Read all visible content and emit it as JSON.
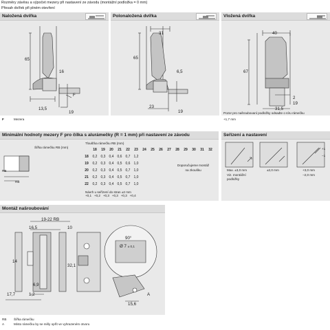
{
  "top_lines": {
    "line1": "Rozměry závěsu a výpočet mezery při nastavení ze závodu (montážní podložka = 0 mm)",
    "line2": "Přesah dvířek při plném otevření"
  },
  "panels": {
    "overlay": {
      "title": "Naložená dvířka",
      "dims": {
        "d65": "65",
        "d16": "16",
        "d13_5": "13,5",
        "d19": "19",
        "dF": "F"
      }
    },
    "half": {
      "title": "Polonaložená dvířka",
      "dims": {
        "d31": "31",
        "d65": "65",
        "d6_5": "6,5",
        "d23": "23",
        "d19": "19"
      }
    },
    "inset": {
      "title": "Vložená dvířka",
      "dims": {
        "d40": "40",
        "d67": "67",
        "d2": "2",
        "d19": "19",
        "d31_5": "31,5"
      },
      "note_line1": "Pozor pro našroubovaní podložky odsadte o síru rámečku",
      "note_line2": "+1,7 mm"
    }
  },
  "legend_top": {
    "key": "F",
    "value": "Mezera"
  },
  "table_section": {
    "title": "Minimální hodnoty mezery F pro čílka s alurámečky (R = 1 mm) při nastavení ze závodu",
    "thickness_label": "Tloušťka rámečku RB (mm)",
    "width_label": "Šířka rámečku RB (mm)",
    "columns": [
      "18",
      "19",
      "20",
      "21",
      "22",
      "23",
      "24",
      "25",
      "26",
      "27",
      "28",
      "29",
      "30",
      "31",
      "32"
    ],
    "rows": [
      {
        "label": "18",
        "values": [
          "0,2",
          "0,3",
          "0,4",
          "0,6",
          "0,7",
          "1,2"
        ]
      },
      {
        "label": "19",
        "values": [
          "0,2",
          "0,3",
          "0,4",
          "0,5",
          "0,6",
          "1,0"
        ]
      },
      {
        "label": "20",
        "values": [
          "0,2",
          "0,3",
          "0,4",
          "0,5",
          "0,7",
          "1,0"
        ]
      },
      {
        "label": "21",
        "values": [
          "0,2",
          "0,3",
          "0,4",
          "0,5",
          "0,7",
          "1,0"
        ]
      },
      {
        "label": "22",
        "values": [
          "0,2",
          "0,3",
          "0,4",
          "0,5",
          "0,7",
          "1,0"
        ]
      }
    ],
    "note_cell": [
      "Doporučujeme montáž",
      "na zkoušku"
    ],
    "hint": "Návrh u seřízení do stran ±2 mm",
    "plus_values": [
      "+0,1",
      "+0,2",
      "+0,3",
      "+0,3",
      "+0,3",
      "+0,4"
    ],
    "rb_labels": {
      "rb1": "RB",
      "rb2": "RB"
    }
  },
  "adjust_section": {
    "title": "Seřízení a nastavení",
    "items": [
      {
        "line1": "Max. ±3,0 mm",
        "line2": "Viz. montážní",
        "line3": "podložky"
      },
      {
        "line1": "±2,0 mm"
      },
      {
        "line1": "+3,0 mm",
        "line2": "−2,0 mm"
      }
    ],
    "callouts": [
      "+1",
      "−1"
    ]
  },
  "mount_section": {
    "title": "Montáž našroubování",
    "dims": {
      "rb": "19-22 RB",
      "d16_5": "16,5",
      "d10": "10",
      "d32_1": "32,1",
      "d6_9": "6,9",
      "d17_7": "17,7",
      "d1_2": "1,2",
      "d14": "14",
      "d90": "90°",
      "d7": "Ø 7",
      "d7_tol": "± 0,1",
      "d15_6": "15,6",
      "dA": "A"
    }
  },
  "legend_bottom": [
    {
      "key": "RB",
      "value": "Šířka rámečku"
    },
    {
      "key": "A",
      "value": "Místo rámečku by se měly opřít ve vyhrazeném otvoru"
    }
  ]
}
